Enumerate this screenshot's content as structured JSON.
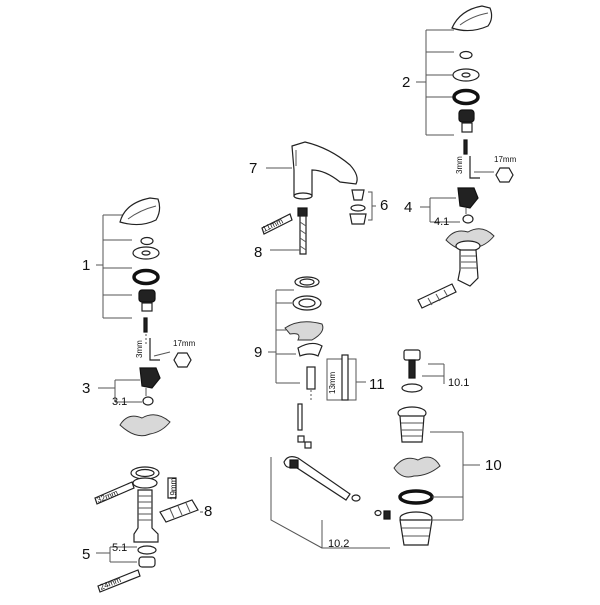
{
  "callouts": {
    "c1": "1",
    "c2": "2",
    "c3": "3",
    "c3_1": "3.1",
    "c4": "4",
    "c4_1": "4.1",
    "c5": "5",
    "c5_1": "5.1",
    "c6": "6",
    "c7": "7",
    "c8_left": "8",
    "c8_right": "8",
    "c9": "9",
    "c10": "10",
    "c10_1": "10.1",
    "c10_2": "10.2",
    "c11": "11"
  },
  "dimensions": {
    "d17_left": "17mm",
    "d17_right": "17mm",
    "d3_left": "3mm",
    "d3_right": "3mm",
    "d11": "11mm",
    "d13": "13mm",
    "d32": "32mm",
    "d19": "19mm",
    "d24": "24mm"
  }
}
